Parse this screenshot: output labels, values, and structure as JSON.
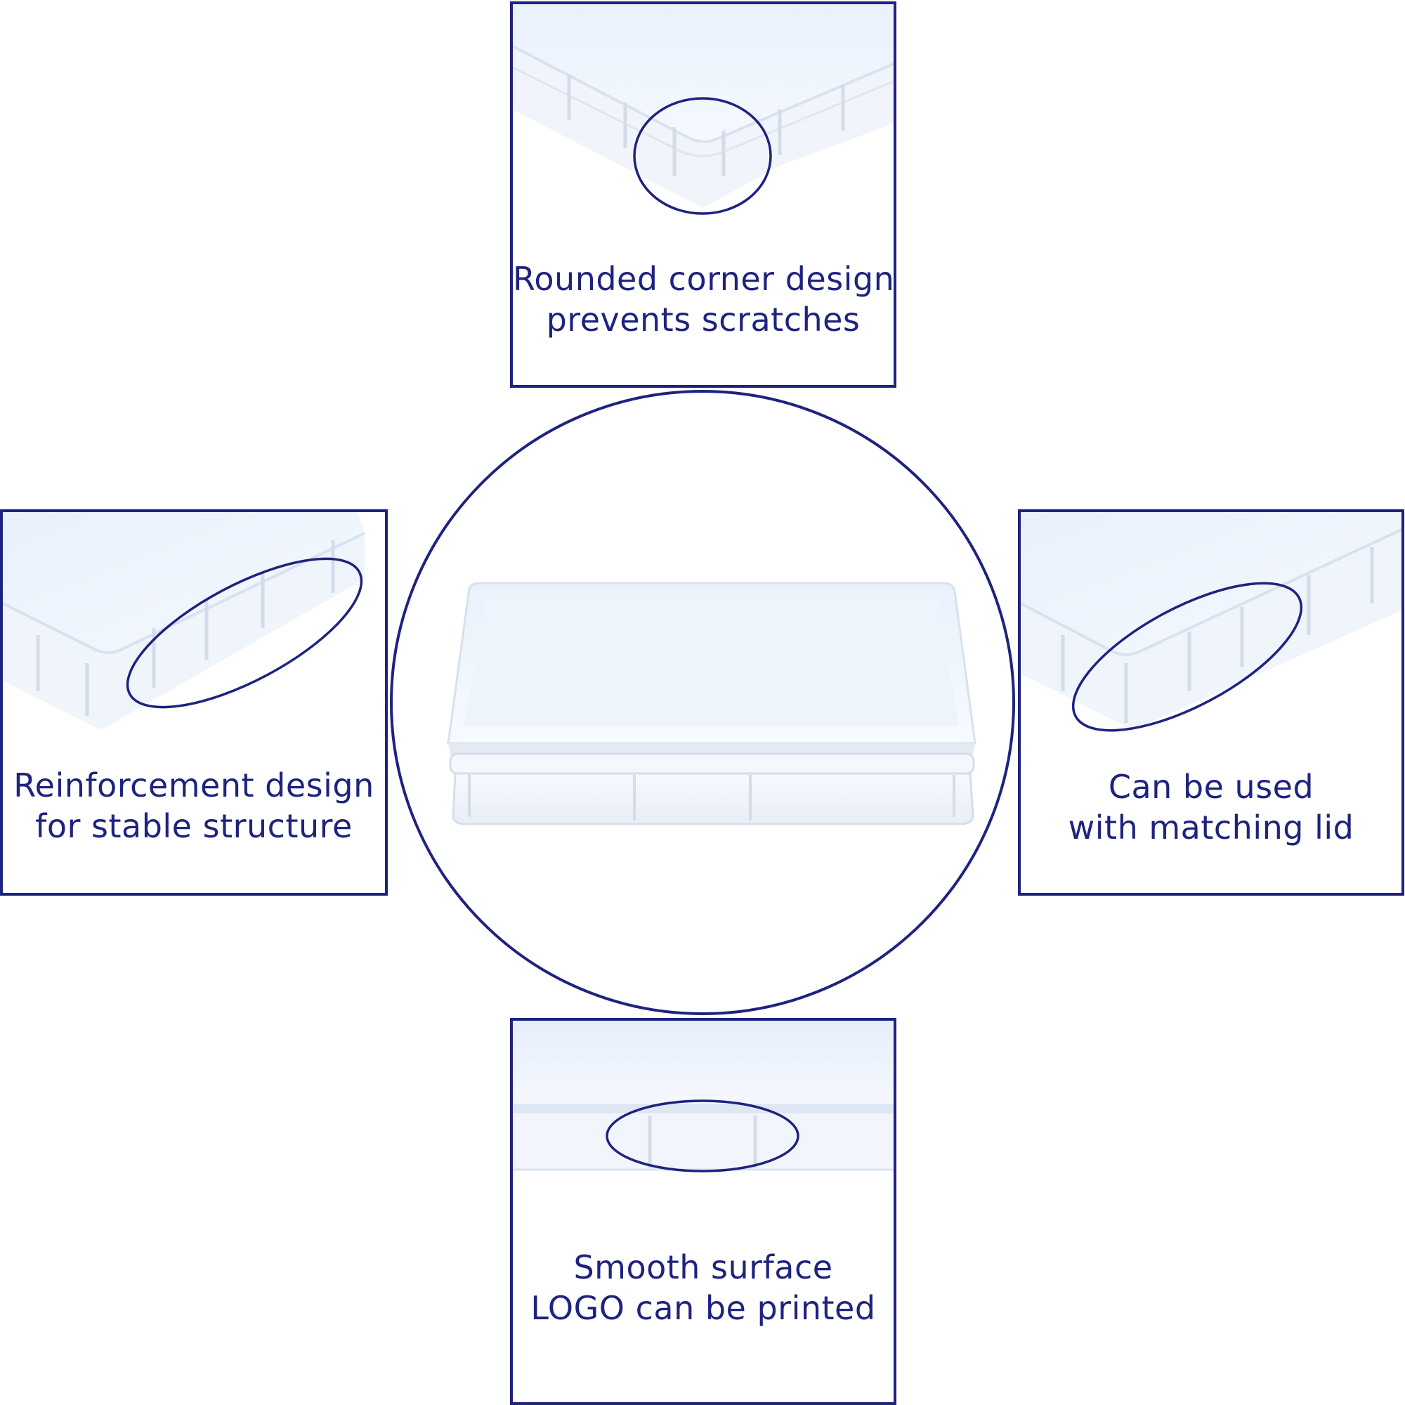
{
  "brand_color": "#1e237f",
  "product_color": "#f3f7fd",
  "features": {
    "top": {
      "line1": "Rounded corner design",
      "line2": "prevents scratches"
    },
    "left": {
      "line1": "Reinforcement design",
      "line2": "for stable structure"
    },
    "right": {
      "line1": "Can be used",
      "line2": "with matching lid"
    },
    "bottom": {
      "line1": "Smooth surface",
      "line2": "LOGO can be printed"
    }
  }
}
